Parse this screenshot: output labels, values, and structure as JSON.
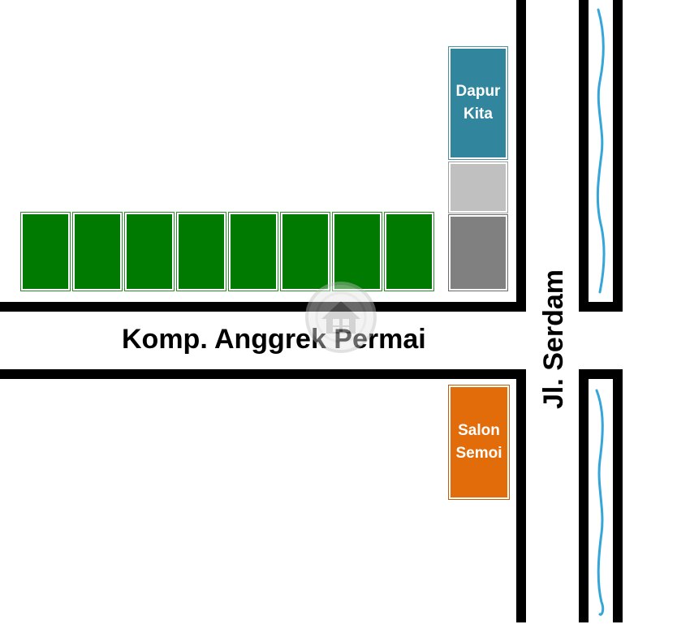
{
  "map": {
    "streets": {
      "horizontal": "Komp. Anggrek Permai",
      "vertical": "Jl. Serdam"
    },
    "buildings": {
      "dapur_kita": {
        "label_line1": "Dapur",
        "label_line2": "Kita",
        "color": "#31859c"
      },
      "salon_semoi": {
        "label_line1": "Salon",
        "label_line2": "Semoi",
        "color": "#e36c0a"
      },
      "light_grey_building": {
        "color": "#c0c0c0"
      },
      "dark_grey_building": {
        "color": "#808080"
      }
    },
    "green_plots": {
      "count": 8,
      "color": "#007a00"
    },
    "canal_color": "#35a6d9",
    "watermark": "home-logo-watermark"
  }
}
